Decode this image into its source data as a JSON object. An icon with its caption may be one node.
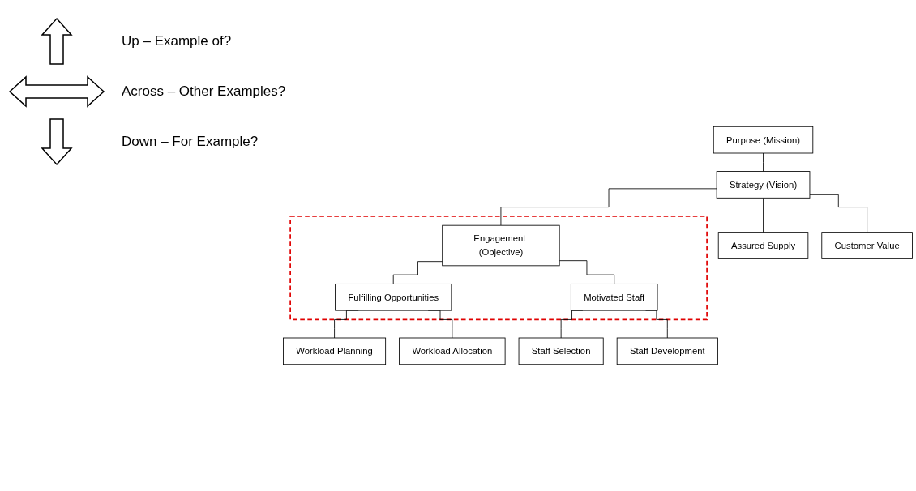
{
  "diagram": {
    "nodes": [
      {
        "text": [
          "Purpose (Mission)"
        ]
      },
      {
        "text": [
          "Strategy (Vision)"
        ]
      },
      {
        "text": [
          "Assured Supply"
        ]
      },
      {
        "text": [],
        "shape": "box"
      },
      {
        "text": [
          "Engagement (Objective)"
        ],
        "in": 3
      },
      {
        "text": [
          "Customer Value"
        ]
      },
      {
        "text": [
          "Fulfilling Opportunities"
        ],
        "in": 3
      },
      {
        "text": [
          "Motivated Staff"
        ],
        "in": 3
      },
      {
        "text": [
          "Workload Planning"
        ]
      },
      {
        "text": [
          "Workload Allocation"
        ]
      },
      {
        "text": [
          "Staff Selection"
        ]
      },
      {
        "text": [
          "Staff Development"
        ]
      }
    ],
    "edges": [
      {
        "from": 0,
        "to": 1,
        "arrow": "none"
      },
      {
        "from": 1,
        "to": 2,
        "arrow": "none"
      },
      {
        "from": 1,
        "to": 4,
        "arrow": "none"
      },
      {
        "from": 1,
        "to": 5,
        "arrow": "none"
      },
      {
        "from": 4,
        "to": 6,
        "arrow": "none"
      },
      {
        "from": 4,
        "to": 7,
        "arrow": "none"
      },
      {
        "from": 6,
        "to": 8,
        "arrow": "none"
      },
      {
        "from": 6,
        "to": 9,
        "arrow": "none"
      },
      {
        "from": 7,
        "to": 10,
        "arrow": "none"
      },
      {
        "from": 7,
        "to": 11,
        "arrow": "none"
      }
    ],
    "labels": [
      "Up – Example of?",
      "Across – Other Examples?",
      "Down – For Example?"
    ]
  }
}
